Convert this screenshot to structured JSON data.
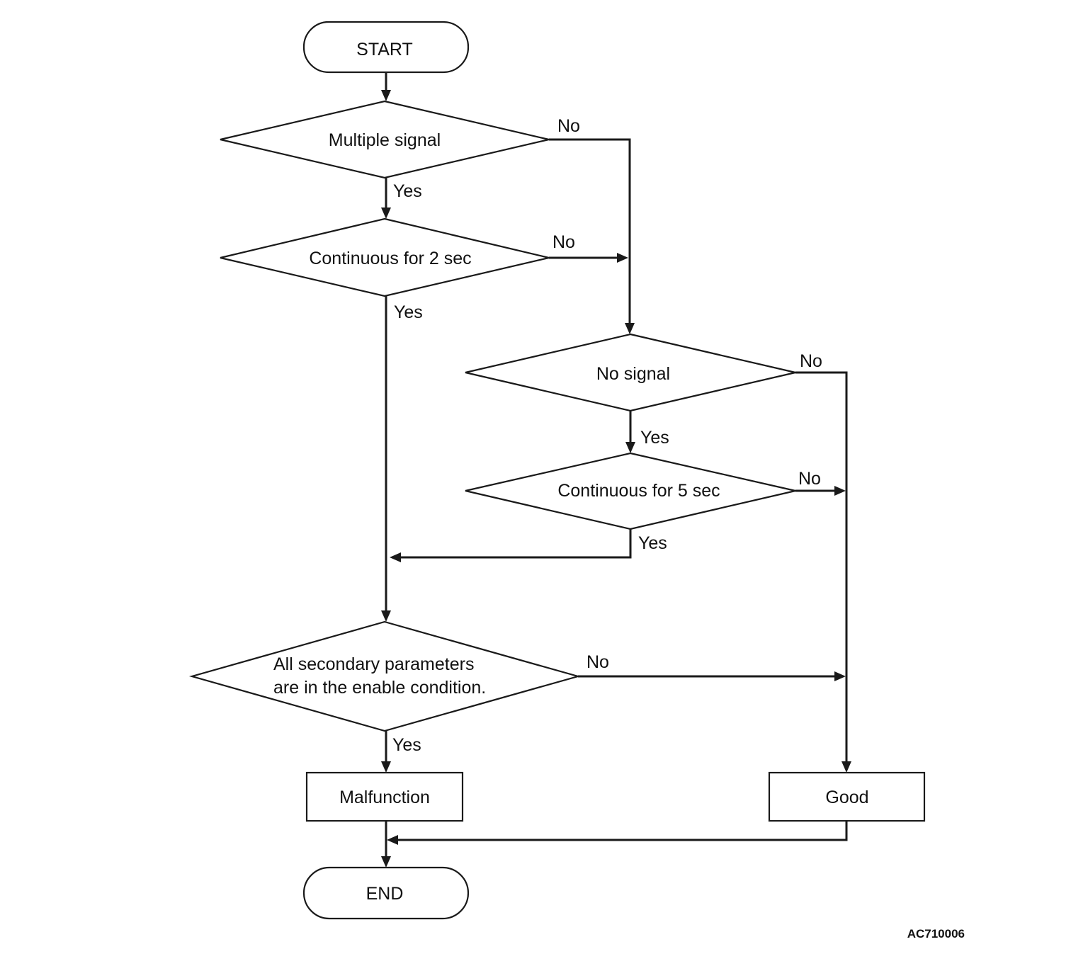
{
  "nodes": {
    "start": "START",
    "multiple_signal": "Multiple signal",
    "continuous_2": "Continuous for 2 sec",
    "no_signal": "No signal",
    "continuous_5": "Continuous for 5 sec",
    "secondary_line1": "All secondary parameters",
    "secondary_line2": "are in the enable condition.",
    "malfunction": "Malfunction",
    "good": "Good",
    "end": "END"
  },
  "branches": {
    "yes": "Yes",
    "no": "No"
  },
  "figure_id": "AC710006"
}
